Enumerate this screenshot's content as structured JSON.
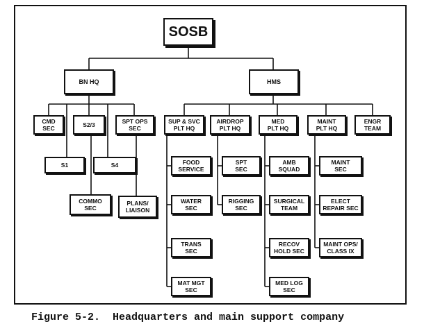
{
  "nodes": {
    "sosb": "SOSB",
    "bn_hq": "BN HQ",
    "hms": "HMS",
    "cmd_sec": "CMD\nSEC",
    "s2_3": "S2/3",
    "spt_ops_sec": "SPT OPS\nSEC",
    "s1": "S1",
    "s4": "S4",
    "commo_sec": "COMMO\nSEC",
    "plans_liaison": "PLANS/\nLIAISON",
    "sup_svc_plt_hq": "SUP & SVC\nPLT HQ",
    "airdrop_plt_hq": "AIRDROP\nPLT HQ",
    "med_plt_hq": "MED\nPLT HQ",
    "maint_plt_hq": "MAINT\nPLT HQ",
    "engr_team": "ENGR\nTEAM",
    "food_service": "FOOD\nSERVICE",
    "water_sec": "WATER\nSEC",
    "trans_sec": "TRANS\nSEC",
    "mat_mgt_sec": "MAT MGT\nSEC",
    "spt_sec": "SPT\nSEC",
    "rigging_sec": "RIGGING\nSEC",
    "amb_squad": "AMB\nSQUAD",
    "surgical_team": "SURGICAL\nTEAM",
    "recov_hold_sec": "RECOV\nHOLD SEC",
    "med_log_sec": "MED LOG\nSEC",
    "maint_sec": "MAINT\nSEC",
    "elect_repair_sec": "ELECT\nREPAIR SEC",
    "maint_ops_class_ix": "MAINT OPS/\nCLASS IX"
  },
  "caption": "Figure 5-2.  Headquarters and main support company"
}
